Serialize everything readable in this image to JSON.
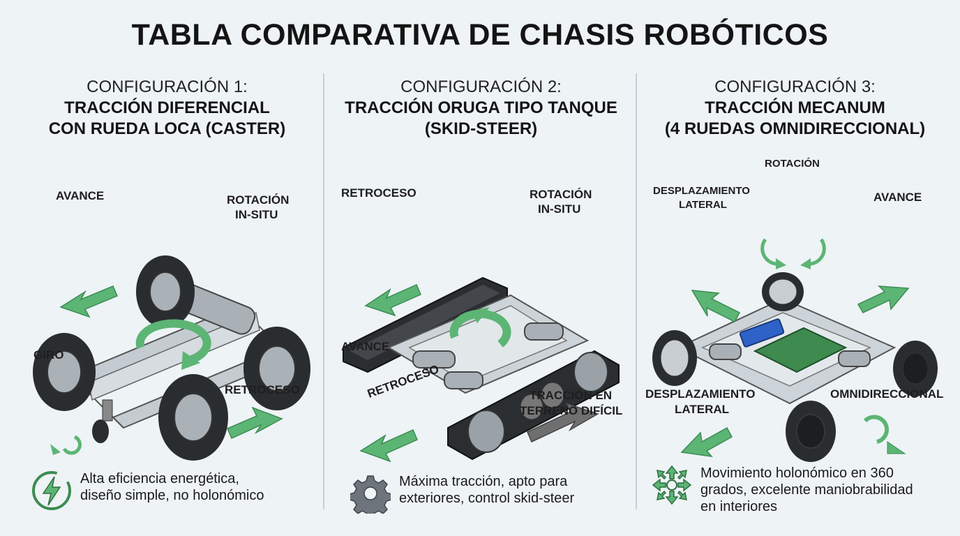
{
  "title": "TABLA COMPARATIVA DE CHASIS ROBÓTICOS",
  "colors": {
    "arrow": "#5cb574",
    "arrowDark": "#3b8c52",
    "metal": "#b9c1c7",
    "tire": "#2a2d30",
    "grayArrow": "#6f6f6f"
  },
  "columns": [
    {
      "subtitle": "CONFIGURACIÓN 1:",
      "name_lines": [
        "TRACCIÓN DIFERENCIAL",
        "CON RUEDA LOCA (CASTER)"
      ],
      "labels": {
        "avance": "AVANCE",
        "rotacion": [
          "ROTACIÓN",
          "IN-SITU"
        ],
        "giro": "GIRO",
        "retroceso": "RETROCESO"
      },
      "feature_icon": "lightning-icon",
      "feature_lines": [
        "Alta eficiencia energética,",
        "diseño simple, no holonómico"
      ]
    },
    {
      "subtitle": "CONFIGURACIÓN 2:",
      "name_lines": [
        "TRACCIÓN ORUGA TIPO TANQUE",
        "(SKID-STEER)"
      ],
      "labels": {
        "retroceso_top": "RETROCESO",
        "rotacion": [
          "ROTACIÓN",
          "IN-SITU"
        ],
        "avance": "AVANCE",
        "retroceso_bottom": "RETROCESO",
        "terreno": [
          "TRACCIÓN EN",
          "TERRENO DIFÍCIL"
        ]
      },
      "feature_icon": "gear-icon",
      "feature_lines": [
        "Máxima tracción, apto para",
        "exteriores, control skid-steer"
      ]
    },
    {
      "subtitle": "CONFIGURACIÓN 3:",
      "name_lines": [
        "TRACCIÓN MECANUM",
        "(4 RUEDAS OMNIDIRECCIONAL)"
      ],
      "labels": {
        "rotacion": "ROTACIÓN",
        "lateral_top": [
          "DESPLAZAMIENTO",
          "LATERAL"
        ],
        "avance": "AVANCE",
        "lateral_bottom": [
          "DESPLAZAMIENTO",
          "LATERAL"
        ],
        "omni": "OMNIDIRECCIONAL"
      },
      "feature_icon": "omnidirectional-arrows-icon",
      "feature_lines": [
        "Movimiento holonómico en 360",
        "grados, excelente maniobrabilidad",
        "en interiores"
      ]
    }
  ]
}
